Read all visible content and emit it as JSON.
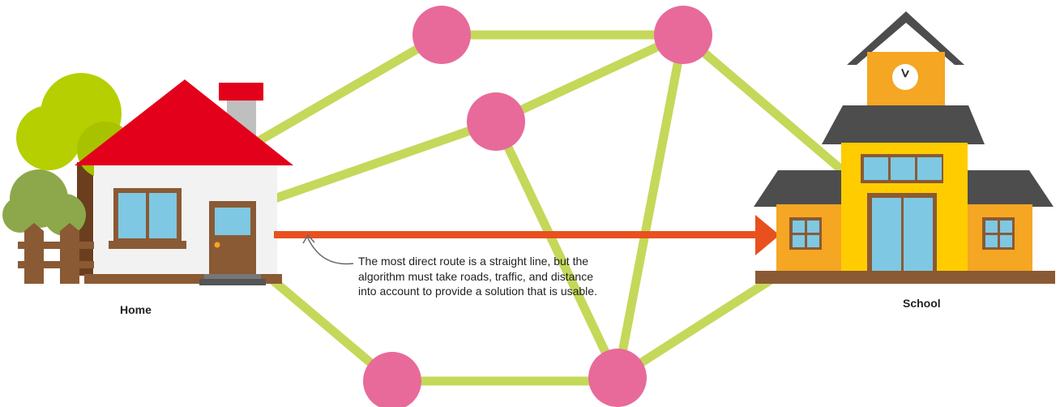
{
  "labels": {
    "home": "Home",
    "school": "School"
  },
  "annotation": {
    "text": "The most direct route is a straight line, but the algorithm must take roads, traffic, and distance into account to provide a solution that is usable."
  },
  "colors": {
    "road": "#c5d85a",
    "node": "#e86a9a",
    "direct_route": "#e8501e",
    "house_wall": "#f2f2f2",
    "house_roof": "#e3001b",
    "school_wall": "#f5a623",
    "school_roof": "#4d4d4d",
    "tree": "#b6cf00"
  },
  "icons": [
    "house-icon",
    "school-icon",
    "tree-icon",
    "fence-icon",
    "clock-icon",
    "arrow-icon"
  ]
}
